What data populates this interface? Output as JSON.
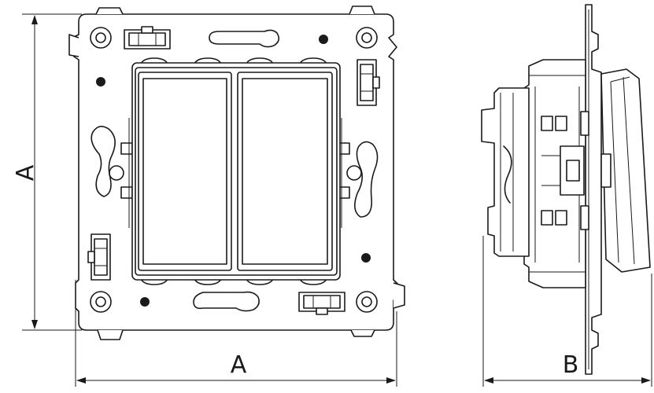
{
  "dimensions": {
    "height_label": "A",
    "width_label": "A",
    "depth_label": "B"
  }
}
